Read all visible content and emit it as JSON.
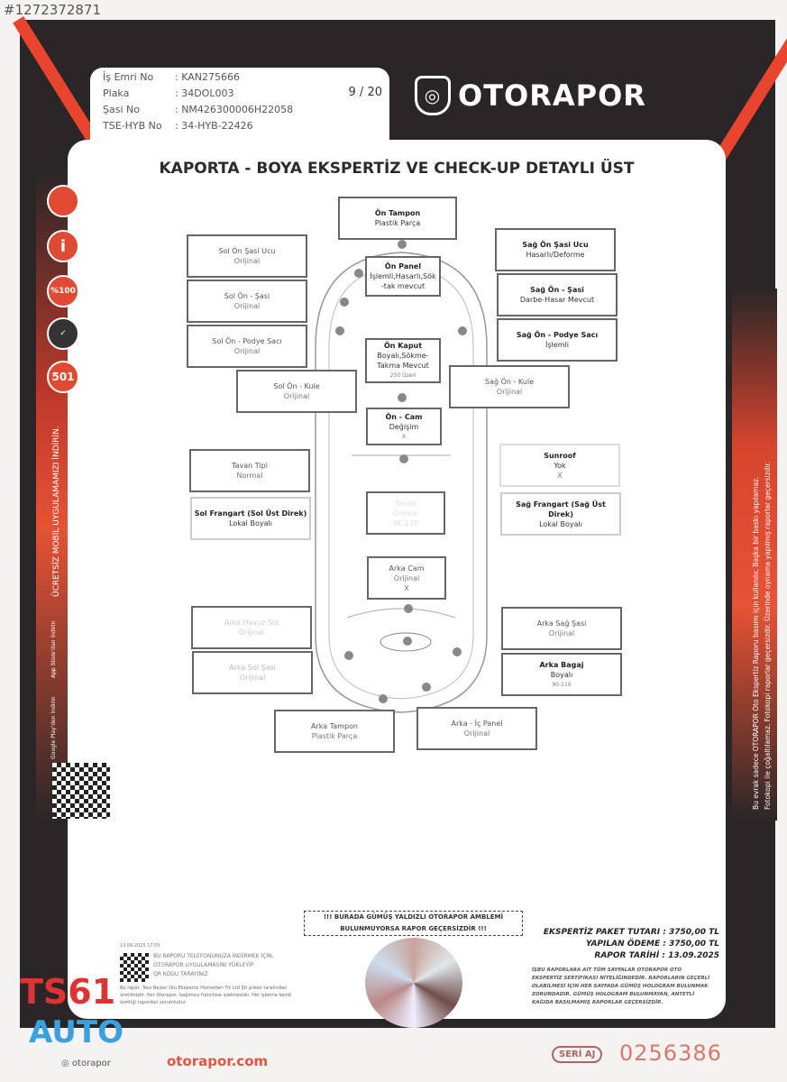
{
  "image_id_label": "#1272372871",
  "header": {
    "fields": [
      {
        "label": "İş Emri No",
        "value": ": KAN275666"
      },
      {
        "label": "Plaka",
        "value": ": 34DOL003"
      },
      {
        "label": "Şasi No",
        "value": ": NM426300006H22058"
      },
      {
        "label": "TSE-HYB No",
        "value": ": 34-HYB-22426"
      }
    ],
    "page": "9 / 20",
    "brand": "OTORAPOR"
  },
  "title": "KAPORTA - BOYA EKSPERTİZ VE CHECK-UP DETAYLI ÜST",
  "parts": {
    "on_tampon": {
      "name": "Ön Tampon",
      "status": "Plastik Parça"
    },
    "sol_on_sasi_ucu": {
      "name": "Sol Ön Şasi Ucu",
      "status": "Orijinal"
    },
    "sol_on_sasi": {
      "name": "Sol Ön - Şasi",
      "status": "Orijinal"
    },
    "sol_on_podye": {
      "name": "Sol Ön - Podye Sacı",
      "status": "Orijinal"
    },
    "sol_on_kule": {
      "name": "Sol Ön - Kule",
      "status": "Orijinal"
    },
    "on_panel": {
      "name": "Ön Panel",
      "status": "İşlemli,Hasarlı,Sök-tak mevcut"
    },
    "on_kaput": {
      "name": "Ön Kaput",
      "status": "Boyalı,Sökme-Takma Mevcut",
      "note": "250 Üzeri"
    },
    "on_cam": {
      "name": "Ön - Cam",
      "status": "Değişim",
      "note": "X"
    },
    "sag_on_sasi_ucu": {
      "name": "Sağ Ön Şasi Ucu",
      "status": "Hasarlı/Deforme"
    },
    "sag_on_sasi": {
      "name": "Sağ Ön - Şasi",
      "status": "Darbe-Hasar Mevcut"
    },
    "sag_on_podye": {
      "name": "Sağ Ön - Podye Sacı",
      "status": "İşlemli"
    },
    "sag_on_kule": {
      "name": "Sağ Ön - Kule",
      "status": "Orijinal"
    },
    "tavan_tipi": {
      "name": "Tavan Tipi",
      "status": "Normal"
    },
    "sol_frangart": {
      "name": "Sol Frangart (Sol Üst Direk)",
      "status": "Lokal Boyalı"
    },
    "tavan": {
      "name": "Tavan",
      "status": "Orijinal",
      "note": "9€-110"
    },
    "sunroof": {
      "name": "Sunroof",
      "status": "Yok",
      "note": "X"
    },
    "sag_frangart": {
      "name": "Sağ Frangart (Sağ Üst Direk)",
      "status": "Lokal Boyalı"
    },
    "arka_cam": {
      "name": "Arka Cam",
      "status": "Orijinal",
      "note": "X"
    },
    "arka_havuz_sol": {
      "name": "Arka Havuz Sol",
      "status": "Orijinal"
    },
    "arka_sol_sasi": {
      "name": "Arka Sol Şasi",
      "status": "Orijinal"
    },
    "arka_sag_sasi": {
      "name": "Arka Sağ Şasi",
      "status": "Orijinal"
    },
    "arka_bagaj": {
      "name": "Arka Bagaj",
      "status": "Boyalı",
      "note": "90-110"
    },
    "arka_tampon": {
      "name": "Arka Tampon",
      "status": "Plastik Parça"
    },
    "arka_ic_panel": {
      "name": "Arka - İç Panel",
      "status": "Orijinal"
    }
  },
  "sidebar_left": {
    "badges": [
      "",
      "i",
      "%100",
      "✓",
      "501"
    ],
    "app_text": "ÜCRETSİZ MOBİL UYGULAMAMIZI İNDİRİN.",
    "app_store": "App Store'dan İndirin",
    "google_play": "Google Play'den İndirin"
  },
  "sidebar_right": {
    "text1": "Bu evrak sadece OTORAPOR Oto Ekspertiz Raporu basımı için kullanılır. Başka bir baskı yapılamaz.",
    "text2": "Fotokopi ile çoğaltılamaz. Fotokopi raporlar geçersizdir. Üzerinde oynama yapılmış raporlar geçersizdir."
  },
  "footer": {
    "timestamp": "13.09.2025 17:05",
    "qr_lines": [
      "BU RAPORU TELEFONUNUZA İNDİRMEK İÇİN,",
      "OTORAPOR UYGULAMASINI YÜKLEYİP",
      "QR KODU TARAYINIZ"
    ],
    "disclaimer": "Bu rapor, Tess Beşler Oto Ekspertiz Hizmetleri Tic Ltd Şti şirketi tarafından üretilmiştir. Her Otorapor, bağımsız franchise işletmesidir. Her işletme kendi ürettiği rapordan sorumludur.",
    "warning": "!!! BURADA GÜMÜŞ YALDIZLI OTORAPOR AMBLEMİ BULUNMUYORSA RAPOR GEÇERSİZDİR !!!",
    "fees": [
      {
        "label": "EKSPERTİZ PAKET TUTARI :",
        "value": "3750,00 TL"
      },
      {
        "label": "YAPILAN ÖDEME :",
        "value": "3750,00 TL"
      },
      {
        "label": "RAPOR TARİHİ :",
        "value": "13.09.2025"
      }
    ],
    "fees_note": "İŞBU RAPORLARA AİT TÜM SAYFALAR OTORAPOR OTO EKSPERTİZ SERTİFİKASI NİTELİĞİNDEDİR. RAPORLARIN GEÇERLİ OLABİLMESİ İÇİN HER SAYFADA GÜMÜŞ HOLOGRAM BULUNMAK ZORUNDADIR. GÜMÜŞ HOLOGRAM BULUNMAYAN, ANTETLİ KAĞIDA BASILMAMIŞ RAPORLAR GEÇERSİZDİR.",
    "website": "otorapor.com",
    "social": "otorapor",
    "seri_label": "SERİ AJ",
    "serial": "0256386"
  },
  "watermark": {
    "line1": "TS61",
    "line2": "AUTO"
  }
}
